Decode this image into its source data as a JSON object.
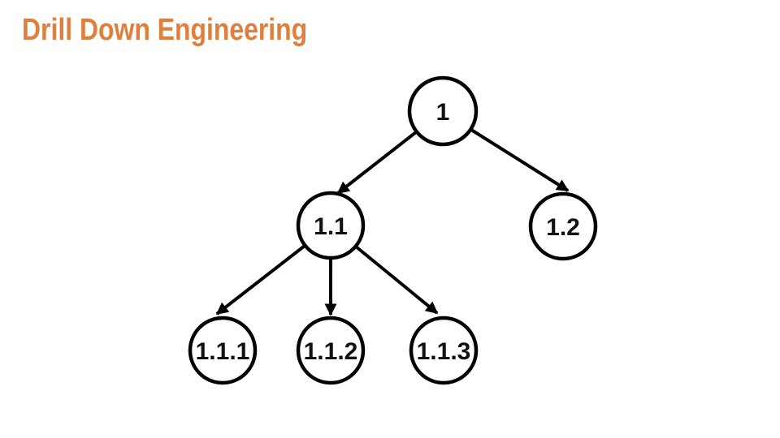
{
  "slide": {
    "title": "Drill Down Engineering",
    "title_color": "#e07f3c",
    "background_color": "#ffffff"
  },
  "diagram": {
    "type": "tree",
    "line_color": "#000000",
    "node_fill": "#ffffff",
    "nodes": [
      {
        "id": "1",
        "label": "1",
        "parent": null
      },
      {
        "id": "1.1",
        "label": "1.1",
        "parent": "1"
      },
      {
        "id": "1.2",
        "label": "1.2",
        "parent": "1"
      },
      {
        "id": "1.1.1",
        "label": "1.1.1",
        "parent": "1.1"
      },
      {
        "id": "1.1.2",
        "label": "1.1.2",
        "parent": "1.1"
      },
      {
        "id": "1.1.3",
        "label": "1.1.3",
        "parent": "1.1"
      }
    ],
    "edges": [
      {
        "from": "1",
        "to": "1.1"
      },
      {
        "from": "1",
        "to": "1.2"
      },
      {
        "from": "1.1",
        "to": "1.1.1"
      },
      {
        "from": "1.1",
        "to": "1.1.2"
      },
      {
        "from": "1.1",
        "to": "1.1.3"
      }
    ]
  }
}
